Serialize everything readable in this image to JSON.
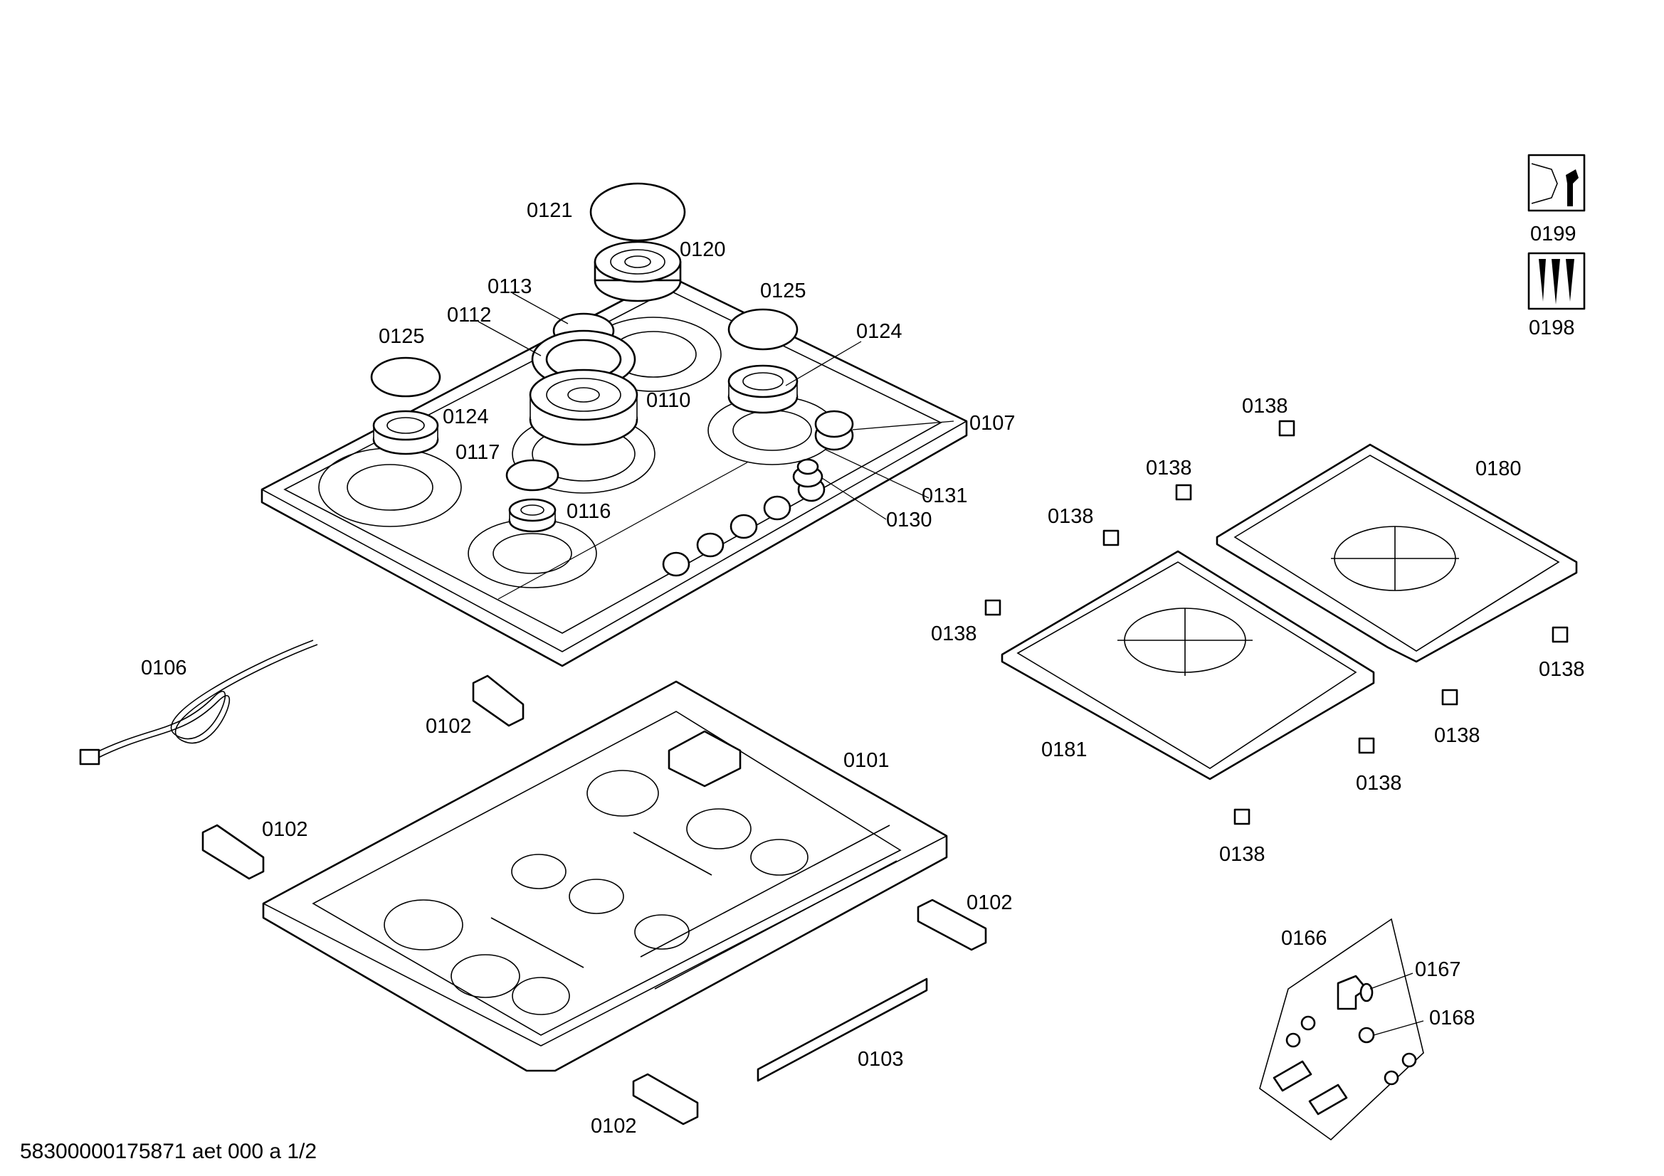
{
  "labels": {
    "l0121": "0121",
    "l0120": "0120",
    "l0113": "0113",
    "l0112": "0112",
    "l0125a": "0125",
    "l0125b": "0125",
    "l0124a": "0124",
    "l0124b": "0124",
    "l0110": "0110",
    "l0117": "0117",
    "l0116": "0116",
    "l0107": "0107",
    "l0131": "0131",
    "l0130": "0130",
    "l0106": "0106",
    "l0102a": "0102",
    "l0102b": "0102",
    "l0102c": "0102",
    "l0102d": "0102",
    "l0101": "0101",
    "l0103": "0103",
    "l0138a": "0138",
    "l0138b": "0138",
    "l0138c": "0138",
    "l0138d": "0138",
    "l0138e": "0138",
    "l0138f": "0138",
    "l0138g": "0138",
    "l0138h": "0138",
    "l0180": "0180",
    "l0181": "0181",
    "l0166": "0166",
    "l0167": "0167",
    "l0168": "0168",
    "l0199": "0199",
    "l0198": "0198"
  },
  "footer": "58300000175871 aet 000 a 1/2",
  "icons": {
    "service_icon": "wrench-nut-icon",
    "screws_icon": "screws-icon"
  }
}
